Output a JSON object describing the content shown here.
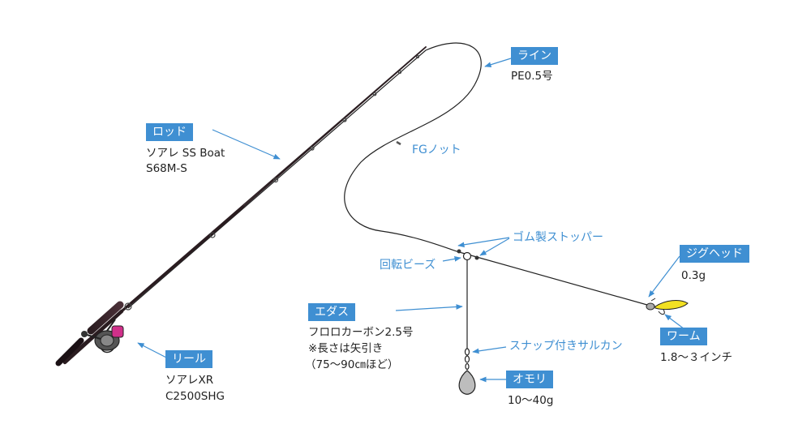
{
  "colors": {
    "accent": "#3f8fd2",
    "line": "#222222",
    "worm": "#f2e022",
    "reel_accent": "#d0308a"
  },
  "rod": {
    "label": "ロッド",
    "line1": "ソアレ SS Boat",
    "line2": "S68M-S"
  },
  "reel": {
    "label": "リール",
    "line1": "ソアレXR",
    "line2": "C2500SHG"
  },
  "line": {
    "label": "ライン",
    "value": "PE0.5号"
  },
  "knot": {
    "text": "FGノット"
  },
  "stopper": {
    "text": "ゴム製ストッパー"
  },
  "beads": {
    "text": "回転ビーズ"
  },
  "jighead": {
    "label": "ジグヘッド",
    "value": "0.3g"
  },
  "worm": {
    "label": "ワーム",
    "value": "1.8～３インチ"
  },
  "edasu": {
    "label": "エダス",
    "line1": "フロロカーボン2.5号",
    "line2": "※長さは矢引き",
    "line3": "（75～90㎝ほど）"
  },
  "swivel": {
    "text": "スナップ付きサルカン"
  },
  "sinker": {
    "label": "オモリ",
    "value": "10～40g"
  }
}
